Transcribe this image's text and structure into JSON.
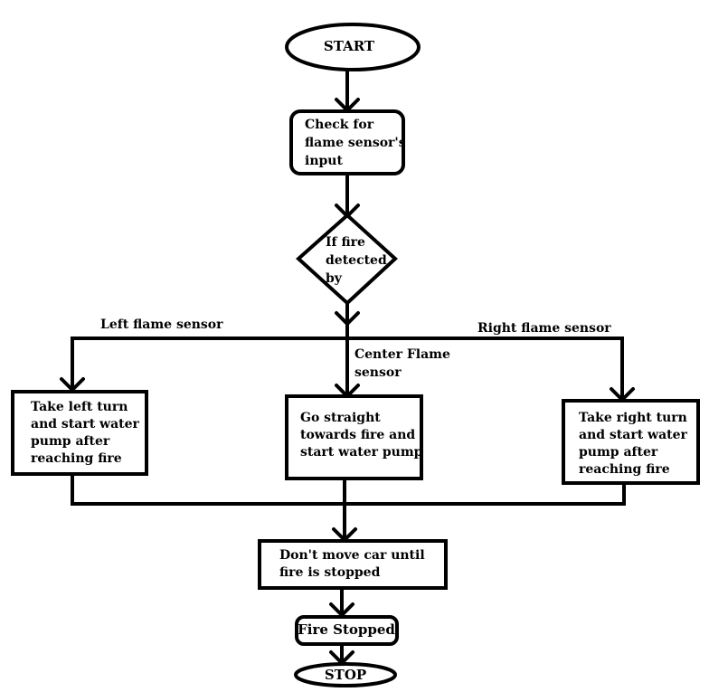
{
  "nodes": {
    "start": {
      "lines": [
        "START"
      ]
    },
    "check": {
      "lines": [
        "Check for",
        "flame sensor's",
        "input"
      ]
    },
    "decision": {
      "lines": [
        "If fire",
        "detected",
        "by"
      ]
    },
    "left": {
      "lines": [
        "Take left turn",
        "and start water",
        "pump after",
        "reaching fire"
      ]
    },
    "center": {
      "lines": [
        "Go straight",
        "towards fire and",
        "start water pump"
      ]
    },
    "right": {
      "lines": [
        "Take right turn",
        "and start water",
        "pump after",
        "reaching fire"
      ]
    },
    "wait": {
      "lines": [
        "Don't move car until",
        "fire is stopped"
      ]
    },
    "stopped": {
      "lines": [
        "Fire Stopped"
      ]
    },
    "stop": {
      "lines": [
        "STOP"
      ]
    }
  },
  "edge_labels": {
    "left": [
      "Left flame sensor"
    ],
    "center": [
      "Center Flame",
      "sensor"
    ],
    "right": [
      "Right flame sensor"
    ]
  }
}
